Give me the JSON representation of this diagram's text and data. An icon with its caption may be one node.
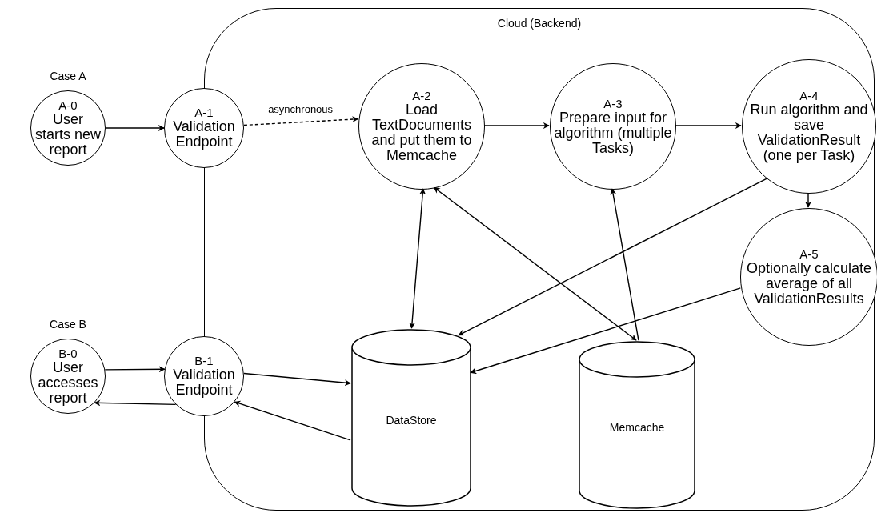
{
  "diagram": {
    "nodes": [
      {
        "text": [
          "Cloud (Backend)"
        ]
      },
      {
        "text": [
          "A-0",
          "User starts new report"
        ],
        "beside": [
          "Case A"
        ]
      },
      {
        "text": [
          "A-1",
          "Validation Endpoint"
        ]
      },
      {
        "text": [
          "A-2",
          "Load TextDocuments and put them to Memcache"
        ],
        "in": 0
      },
      {
        "text": [
          "A-3",
          "Prepare input for algorithm (multiple Tasks)"
        ],
        "in": 0
      },
      {
        "text": [
          "A-4",
          "Run algorithm and save ValidationResult (one per Task)"
        ],
        "in": 0
      },
      {
        "text": [
          "A-5",
          "Optionally calculate average of all ValidationResults"
        ],
        "in": 0
      },
      {
        "text": [
          "B-0",
          "User accesses report"
        ],
        "beside": [
          "Case B"
        ]
      },
      {
        "text": [
          "B-1",
          "Validation Endpoint"
        ]
      },
      {
        "text": [
          "DataStore"
        ],
        "in": 0
      },
      {
        "text": [
          "Memcache"
        ],
        "in": 0
      }
    ],
    "edges": [
      {
        "from": 1,
        "to": 2,
        "arrow": "to"
      },
      {
        "from": 2,
        "to": 3,
        "arrow": "to",
        "style": "dashed",
        "label": "asynchronous"
      },
      {
        "from": 3,
        "to": 4,
        "arrow": "to"
      },
      {
        "from": 4,
        "to": 5,
        "arrow": "to"
      },
      {
        "from": 5,
        "to": 6,
        "arrow": "to"
      },
      {
        "from": 3,
        "to": 9,
        "arrow": "both"
      },
      {
        "from": 3,
        "to": 10,
        "arrow": "both"
      },
      {
        "from": 10,
        "to": 4,
        "arrow": "to"
      },
      {
        "from": 5,
        "to": 9,
        "arrow": "to"
      },
      {
        "from": 6,
        "to": 9,
        "arrow": "to"
      },
      {
        "from": 7,
        "to": 8,
        "arrow": "to"
      },
      {
        "from": 8,
        "to": 9,
        "arrow": "to"
      },
      {
        "from": 9,
        "to": 8,
        "arrow": "to"
      },
      {
        "from": 8,
        "to": 7,
        "arrow": "to"
      }
    ]
  }
}
